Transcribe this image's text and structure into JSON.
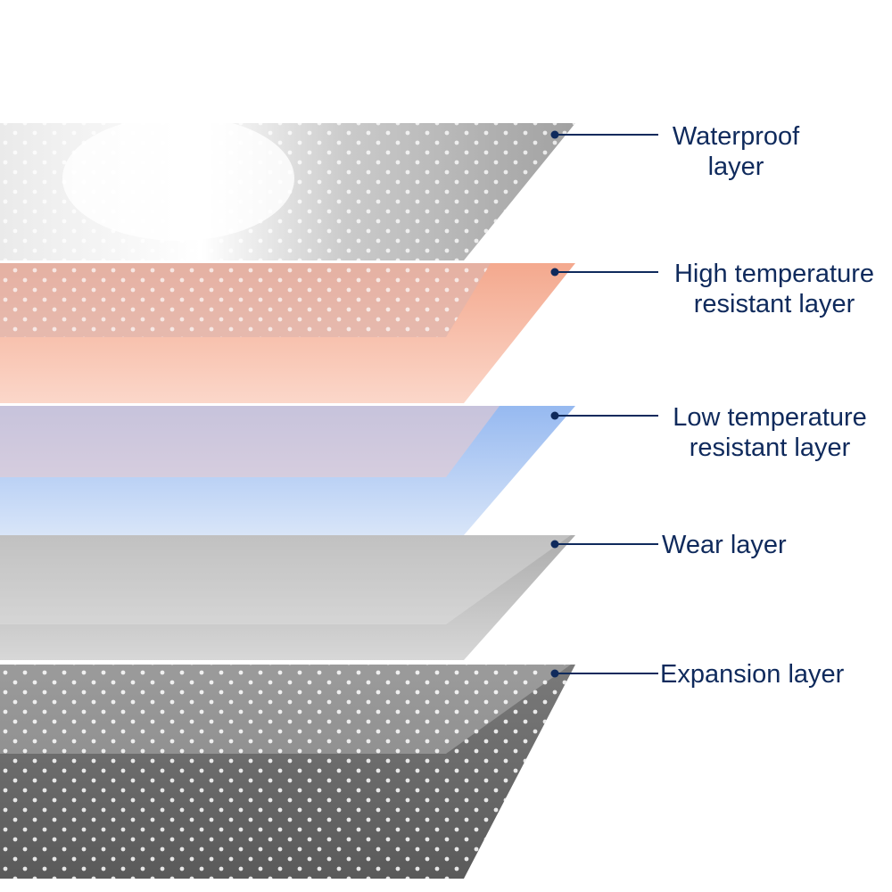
{
  "diagram": {
    "layers": [
      {
        "id": "waterproof",
        "lines": [
          "Waterproof",
          "layer"
        ],
        "color": "#9a9a9a"
      },
      {
        "id": "high-temp",
        "lines": [
          "High temperature",
          "resistant layer"
        ],
        "color": "#f08a6a"
      },
      {
        "id": "low-temp",
        "lines": [
          "Low temperature",
          "resistant layer"
        ],
        "color": "#8fb4ef"
      },
      {
        "id": "wear",
        "lines": [
          "Wear layer"
        ],
        "color": "#a9a9a9"
      },
      {
        "id": "expansion",
        "lines": [
          "Expansion layer"
        ],
        "color": "#6e6e6e"
      }
    ],
    "leader_color": "#0f2a5c"
  }
}
